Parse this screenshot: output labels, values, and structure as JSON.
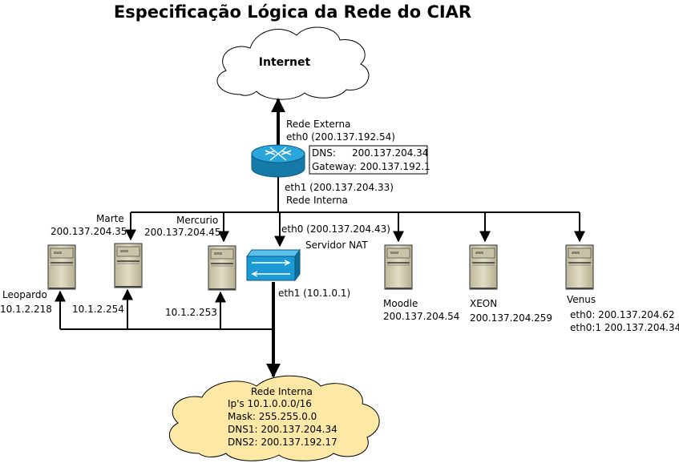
{
  "title": "Especificação Lógica da Rede do CIAR",
  "internet": {
    "label": "Internet"
  },
  "router": {
    "ext_title": "Rede Externa",
    "ext_iface": "eth0 (200.137.192.54)",
    "dns_key": "DNS:",
    "dns_val": "200.137.204.34",
    "gw": "Gateway: 200.137.192.1",
    "int_iface": "eth1 (200.137.204.33)",
    "int_title": "Rede Interna"
  },
  "nat": {
    "label": "Servidor NAT",
    "eth0": "eth0 (200.137.204.43)",
    "eth1": "eth1 (10.1.0.1)"
  },
  "servers": {
    "leopardo": {
      "name": "Leopardo",
      "ip": "10.1.2.218"
    },
    "marte": {
      "name": "Marte",
      "ip_pub": "200.137.204.35",
      "ip_int": "10.1.2.254"
    },
    "mercurio": {
      "name": "Mercurio",
      "ip_pub": "200.137.204.45",
      "ip_int": "10.1.2.253"
    },
    "moodle": {
      "name": "Moodle",
      "ip": "200.137.204.54"
    },
    "xeon": {
      "name": "XEON",
      "ip": "200.137.204.259"
    },
    "venus": {
      "name": "Venus",
      "eth0": "eth0: 200.137.204.62",
      "eth01": "eth0:1  200.137.204.34"
    }
  },
  "internal_cloud": {
    "title": "Rede Interna",
    "ips": "Ip's 10.1.0.0.0/16",
    "mask": "Mask: 255.255.0.0",
    "dns1": "DNS1: 200.137.204.34",
    "dns2": "DNS2: 200.137.192.17"
  },
  "colors": {
    "cloud_white": "#ffffff",
    "cloud_yellow": "#fde8a6",
    "router_blue": "#1a8fc4",
    "nat_blue": "#1b9ad6",
    "server_gray": "#d6d1b6"
  },
  "icons": {
    "router": "router-icon",
    "nat": "switch-icon",
    "server": "server-tower-icon",
    "cloud": "cloud-icon"
  }
}
